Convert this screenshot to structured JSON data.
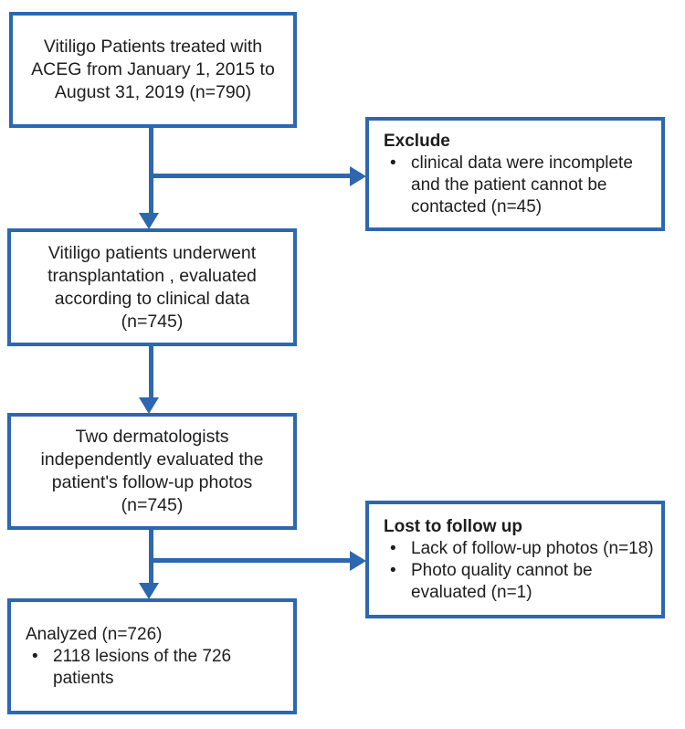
{
  "colors": {
    "line": "#2c67b0",
    "text": "#1d1d1d",
    "background": "#ffffff"
  },
  "boxes": {
    "enrolled": {
      "lines": [
        "Vitiligo Patients treated with",
        "ACEG from January 1, 2015 to",
        "August 31, 2019 (n=790)"
      ]
    },
    "excluded": {
      "title": "Exclude",
      "bullets": [
        "clinical data were incomplete and the patient cannot be contacted (n=45)"
      ]
    },
    "transplanted": {
      "lines": [
        "Vitiligo patients underwent",
        "transplantation , evaluated",
        "according to clinical data",
        "(n=745)"
      ]
    },
    "evaluated": {
      "lines": [
        "Two dermatologists",
        "independently evaluated the",
        "patient's follow-up photos",
        "(n=745)"
      ]
    },
    "lost_followup": {
      "title": "Lost to follow up",
      "bullets": [
        "Lack of follow-up photos (n=18)",
        "Photo quality cannot be evaluated (n=1)"
      ]
    },
    "analyzed": {
      "title": "Analyzed (n=726)",
      "bullets": [
        "2118 lesions of the 726 patients"
      ]
    }
  }
}
